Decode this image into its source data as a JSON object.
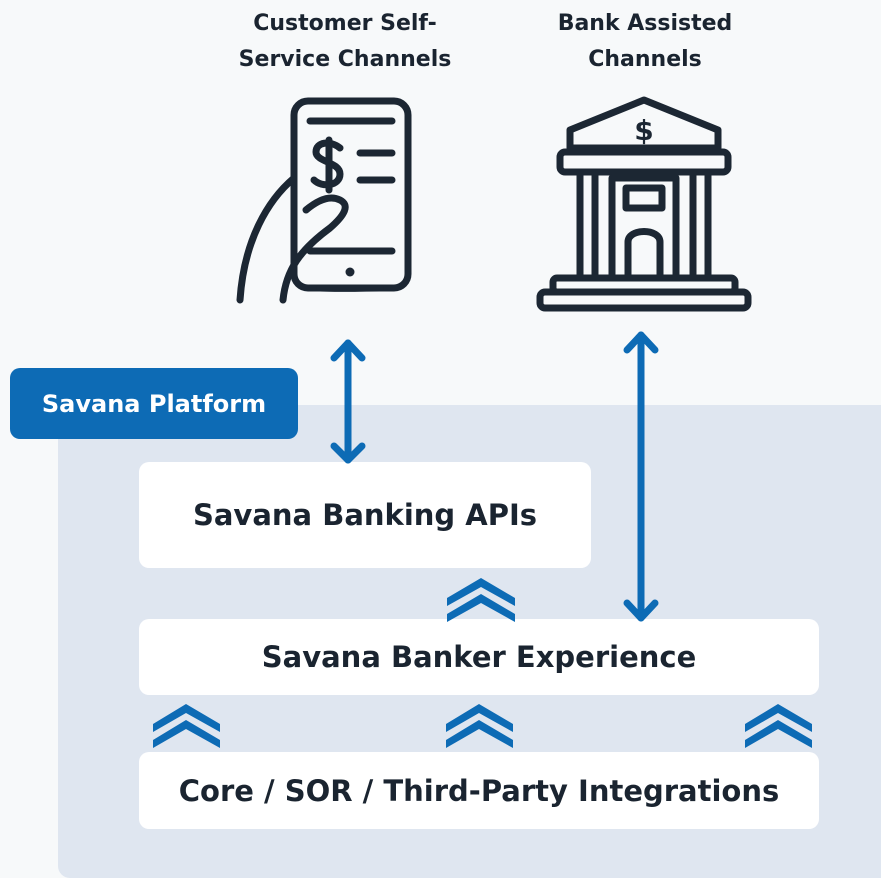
{
  "channels": {
    "self_service": "Customer Self-\nService Channels",
    "bank_assisted": "Bank Assisted\nChannels"
  },
  "platform_label": "Savana Platform",
  "layers": {
    "apis": "Savana Banking APIs",
    "banker_experience": "Savana Banker Experience",
    "core": "Core / SOR / Third-Party Integrations"
  },
  "icons": {
    "phone": "hand-holding-phone-dollar-icon",
    "bank": "bank-building-dollar-icon",
    "arrow": "double-headed-arrow-icon",
    "chevron": "double-chevron-up-icon"
  },
  "colors": {
    "accent": "#0d6bb5",
    "platform_bg": "#dfe6f0",
    "text": "#1a2430",
    "icon_stroke": "#1c2733"
  }
}
